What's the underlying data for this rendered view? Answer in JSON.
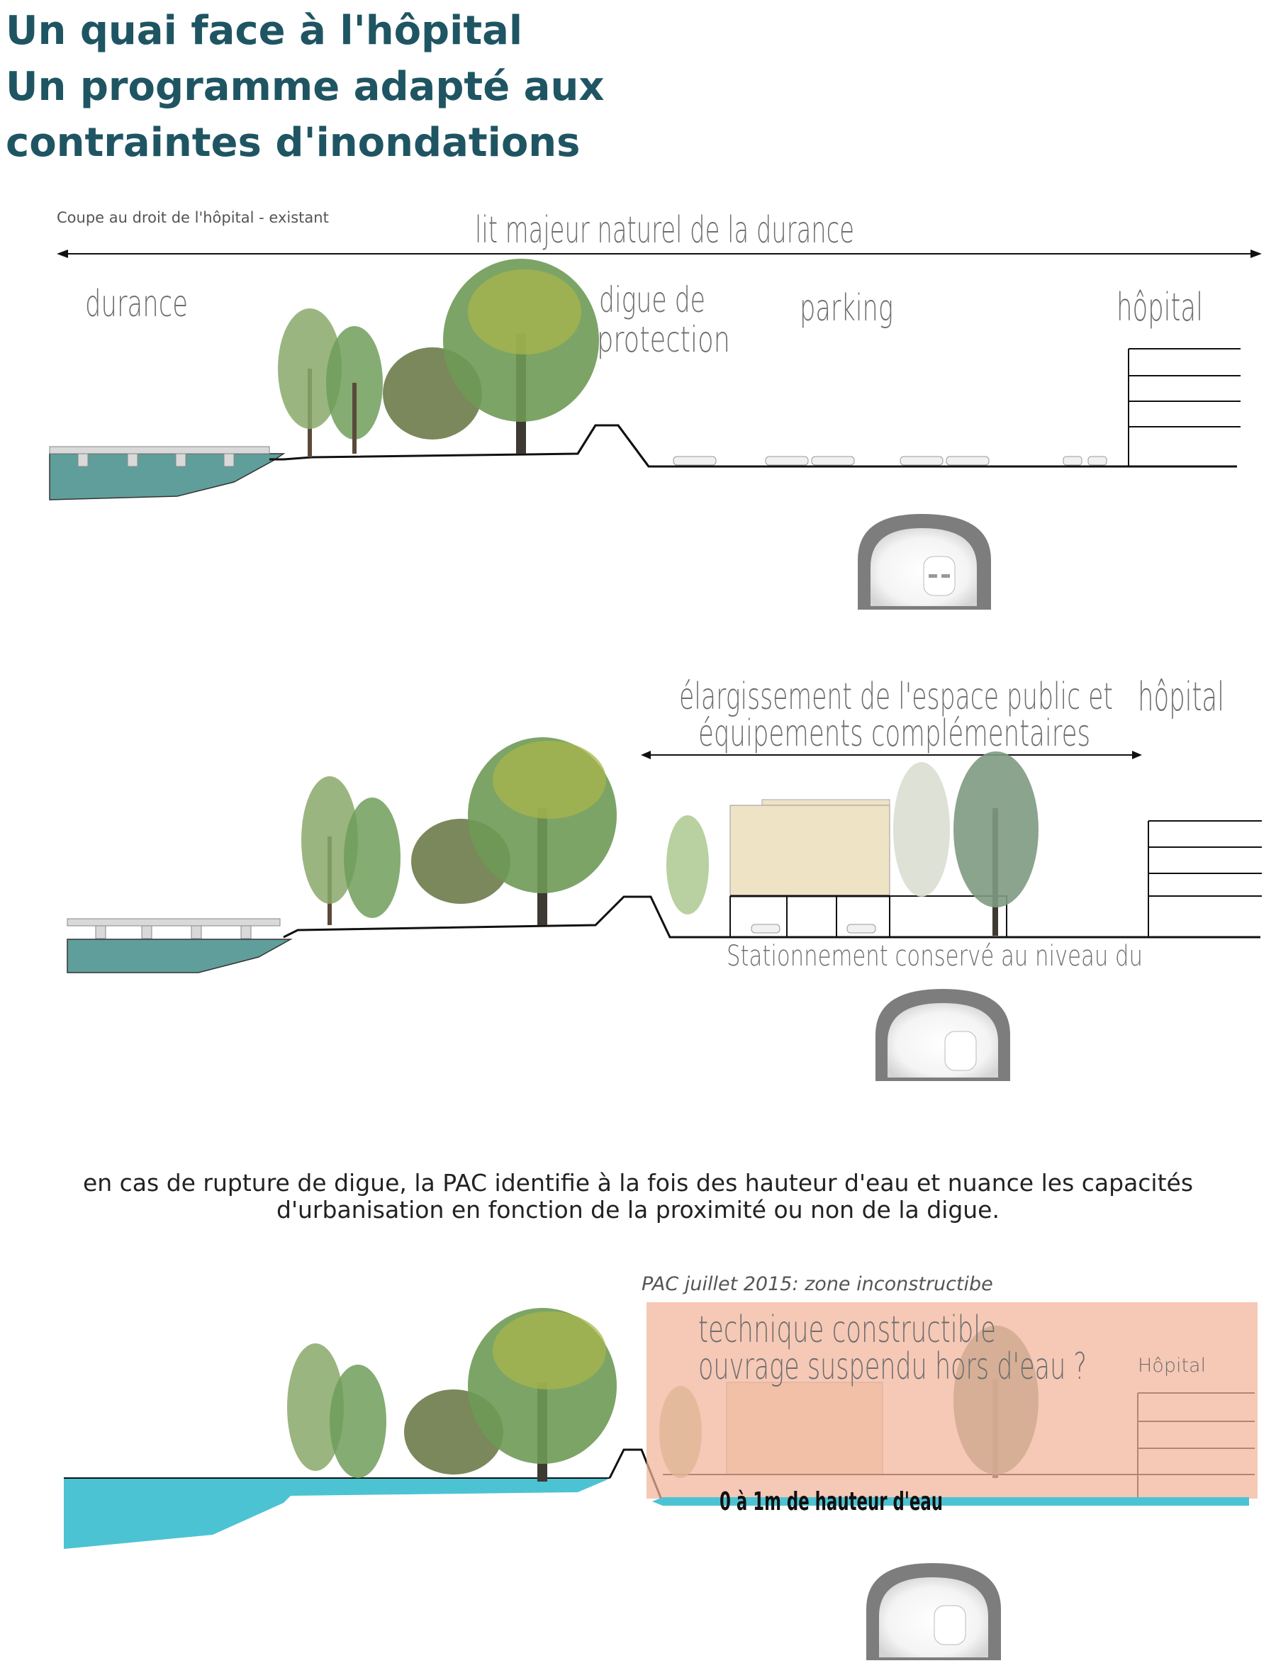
{
  "title": {
    "line1": "Un quai face à l'hôpital",
    "line2": "Un programme adapté aux",
    "line3": "contraintes d'inondations"
  },
  "section1": {
    "caption": "Coupe au droit de l'hôpital - existant",
    "span_label": "lit majeur naturel de la durance",
    "durance": "durance",
    "digue_line1": "digue de",
    "digue_line2": "protection",
    "parking": "parking",
    "hopital": "hôpital"
  },
  "section2": {
    "label_line1": "élargissement de l'espace public et",
    "label_line2": "équipements complémentaires",
    "hopital": "hôpital",
    "parking_note": "Stationnement conservé au niveau du"
  },
  "caption": {
    "line1": "en cas de rupture de digue, la PAC identifie à la fois des hauteur d'eau et nuance les capacités",
    "line2": "d'urbanisation en fonction de la proximité ou non de la digue."
  },
  "section3": {
    "pac_note": "PAC juillet 2015: zone inconstructibe",
    "question_line1": "technique constructible",
    "question_line2": "ouvrage suspendu hors d'eau ?",
    "hopital": "Hôpital",
    "water_height": "0 à 1m de hauteur d'eau"
  },
  "colors": {
    "title": "#1f5563",
    "river_existing": "#5f9e9b",
    "flood_water": "#4cc3d3",
    "flood_zone": "#f2b39a",
    "building": "#efe3c6"
  }
}
